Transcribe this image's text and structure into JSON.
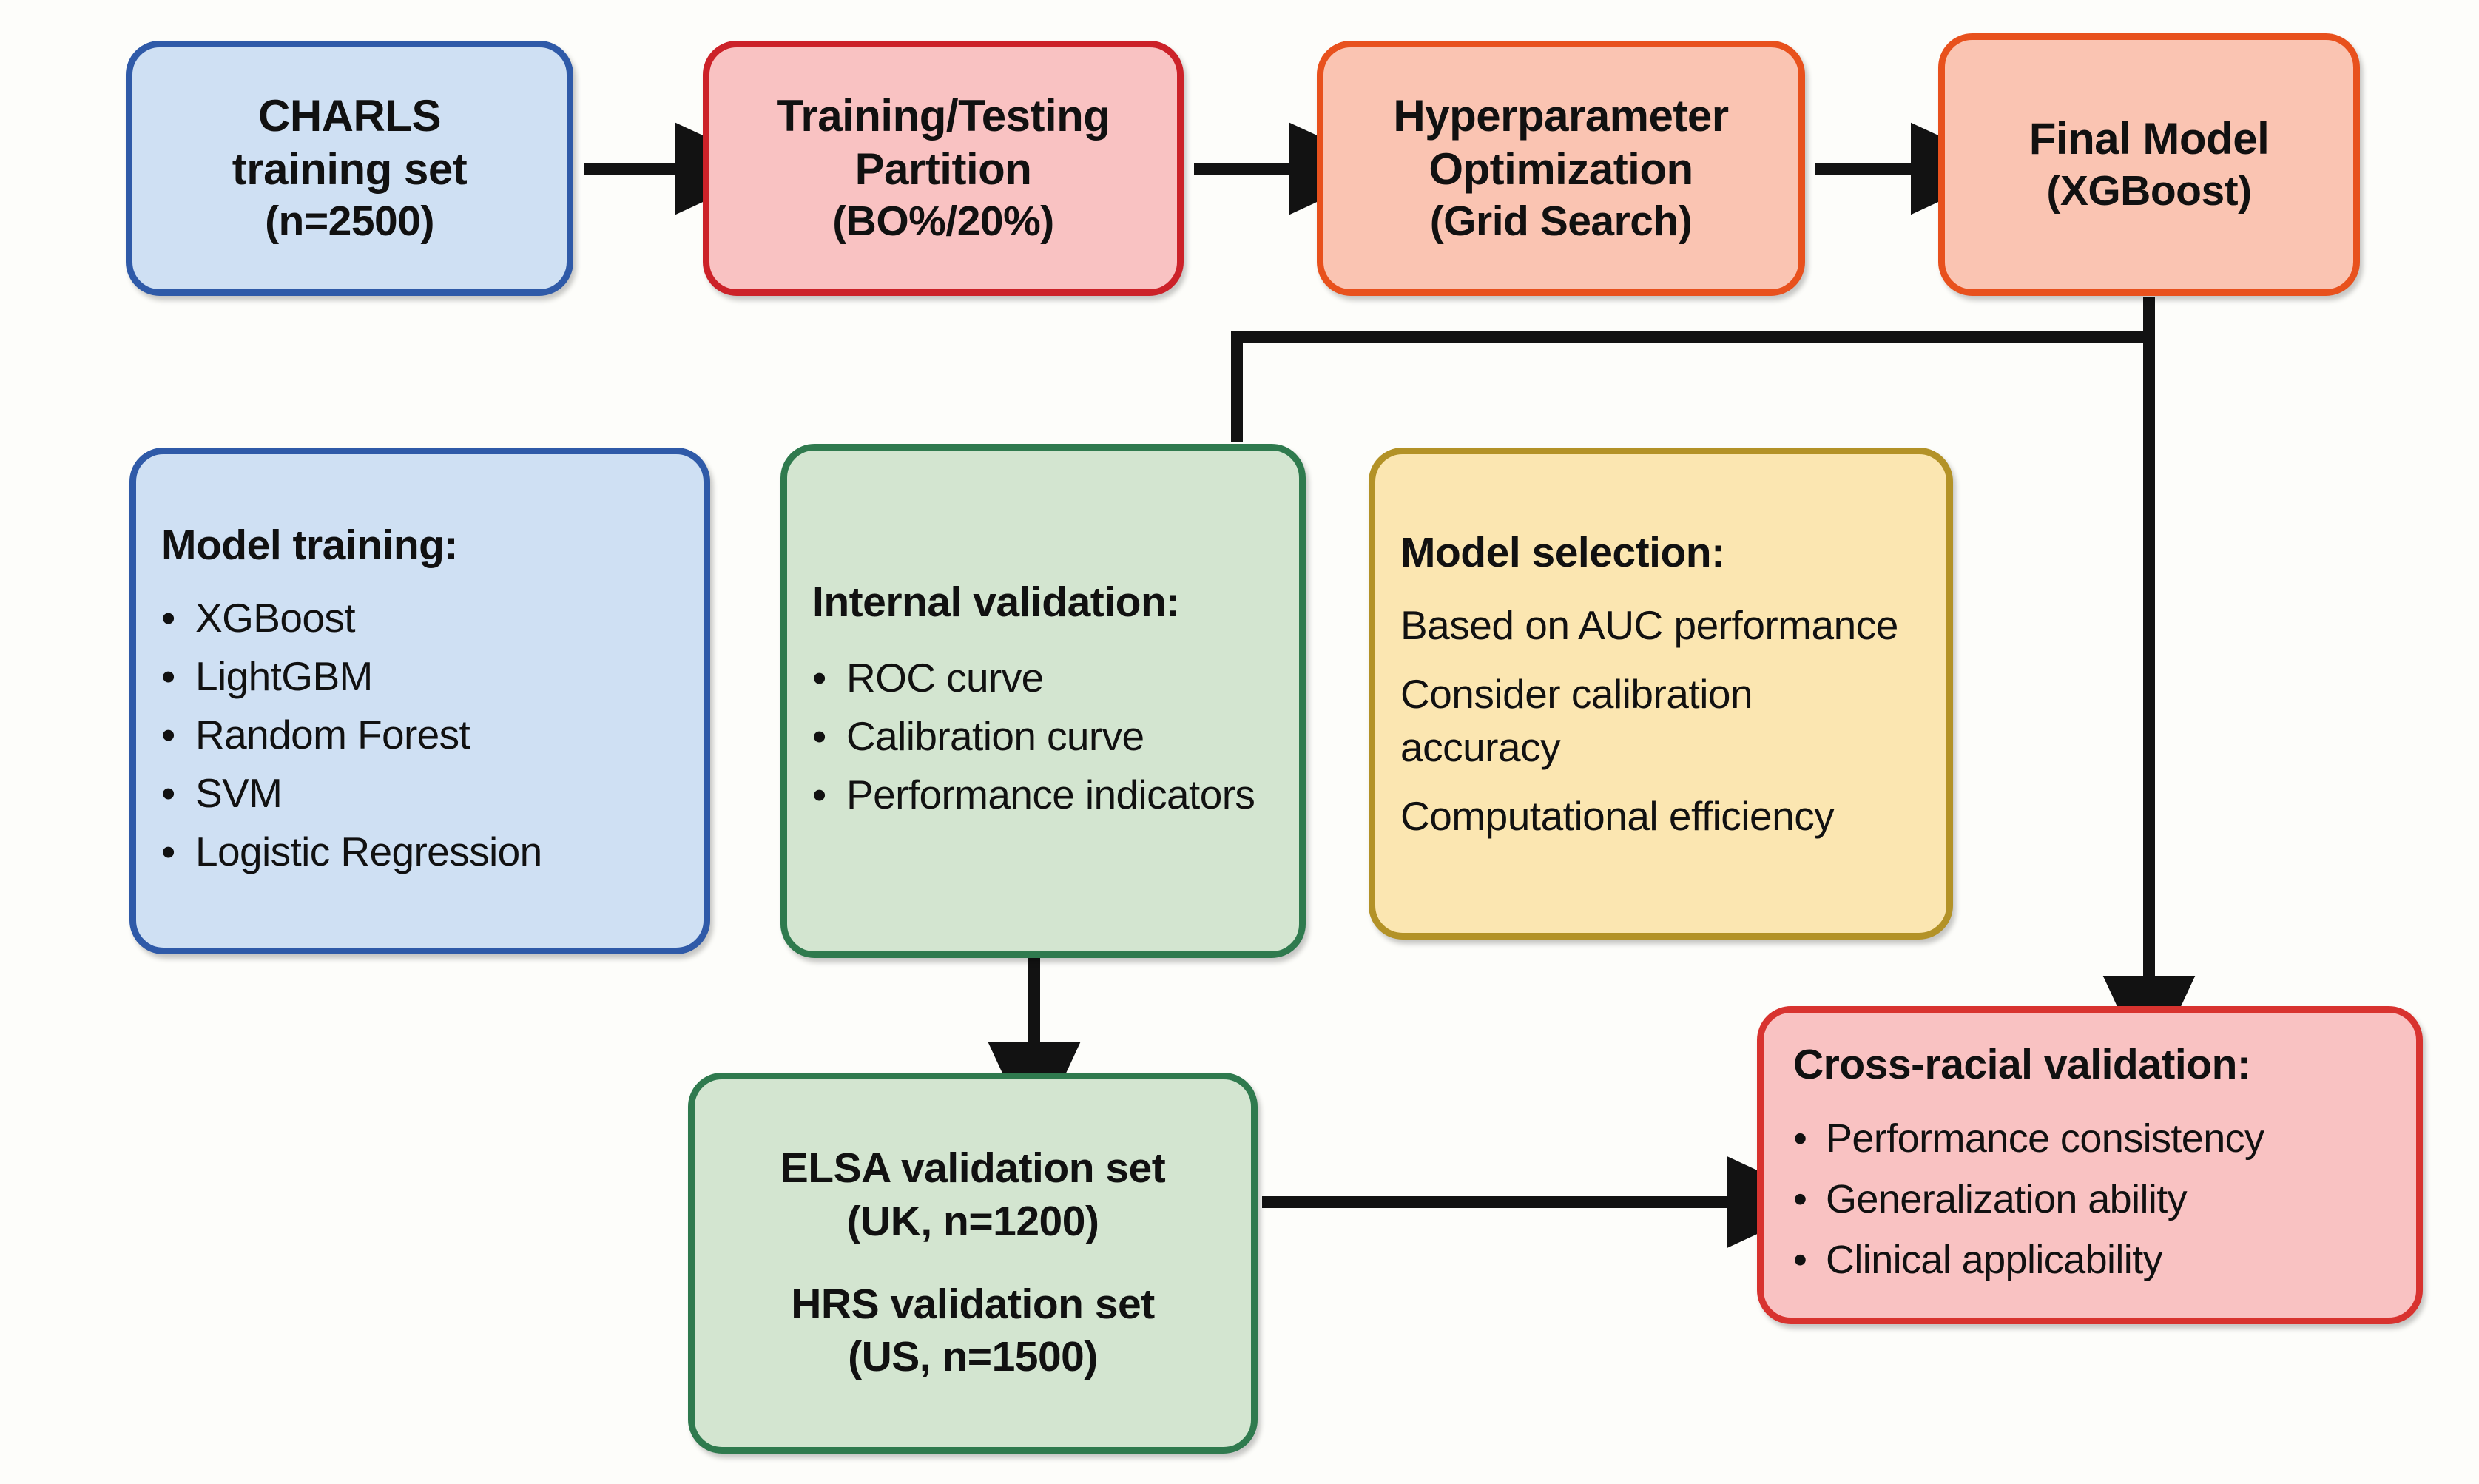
{
  "diagram": {
    "background_color": "#fdfdfa",
    "arrow_color": "#121212",
    "nodes": {
      "charls": {
        "id": "charls-training-set",
        "fill": "#cfe0f3",
        "border": "#2f5aa8",
        "lines": [
          "CHARLS",
          "training set",
          "(n=2500)"
        ]
      },
      "partition": {
        "id": "training-testing-partition",
        "fill": "#f9c2c2",
        "border": "#cc2229",
        "lines": [
          "Training/Testing",
          "Partition",
          "(BO%/20%)"
        ]
      },
      "hyper": {
        "id": "hyperparameter-optimization",
        "fill": "#fac4b2",
        "border": "#e8511d",
        "lines": [
          "Hyperparameter",
          "Optimization",
          "(Grid Search)"
        ]
      },
      "final": {
        "id": "final-model",
        "fill": "#fac4b2",
        "border": "#e8511d",
        "lines": [
          "Final Model",
          "(XGBoost)"
        ]
      },
      "training": {
        "id": "model-training",
        "fill": "#cfe0f3",
        "border": "#2f5aa8",
        "title": "Model training:",
        "items": [
          "XGBoost",
          "LightGBM",
          "Random Forest",
          "SVM",
          "Logistic Regression"
        ]
      },
      "internal": {
        "id": "internal-validation",
        "fill": "#d3e5d0",
        "border": "#2f7a4e",
        "title": "Internal validation:",
        "items": [
          "ROC curve",
          "Calibration curve",
          "Performance indicators"
        ]
      },
      "selection": {
        "id": "model-selection",
        "fill": "#fbe6b1",
        "border": "#b39227",
        "title": "Model selection:",
        "lines": [
          "Based on AUC performance",
          "Consider calibration accuracy",
          "Computational efficiency"
        ]
      },
      "elsa": {
        "id": "elsa-hrs-validation-sets",
        "fill": "#d3e5d0",
        "border": "#2f7a4e",
        "lines_top": [
          "ELSA validation set",
          "(UK, n=1200)"
        ],
        "lines_bottom": [
          "HRS validation set",
          "(US, n=1500)"
        ]
      },
      "cross": {
        "id": "cross-racial-validation",
        "fill": "#f9c2c2",
        "border": "#d8332f",
        "title": "Cross-racial validation:",
        "items": [
          "Performance consistency",
          "Generalization ability",
          "Clinical applicability"
        ]
      }
    },
    "connectors": [
      {
        "name": "charls-to-partition",
        "from": "charls",
        "to": "partition",
        "kind": "arrow-right"
      },
      {
        "name": "partition-to-hyper",
        "from": "partition",
        "to": "hyper",
        "kind": "arrow-right"
      },
      {
        "name": "hyper-to-final",
        "from": "hyper",
        "to": "final",
        "kind": "arrow-right"
      },
      {
        "name": "final-to-internal",
        "from": "final",
        "to": "internal",
        "kind": "elbow-down-left"
      },
      {
        "name": "final-to-cross",
        "from": "final",
        "to": "cross",
        "kind": "arrow-down"
      },
      {
        "name": "internal-to-elsa",
        "from": "internal",
        "to": "elsa",
        "kind": "arrow-down"
      },
      {
        "name": "elsa-to-cross",
        "from": "elsa",
        "to": "cross",
        "kind": "arrow-right"
      }
    ],
    "bullet_glyph": "•"
  }
}
